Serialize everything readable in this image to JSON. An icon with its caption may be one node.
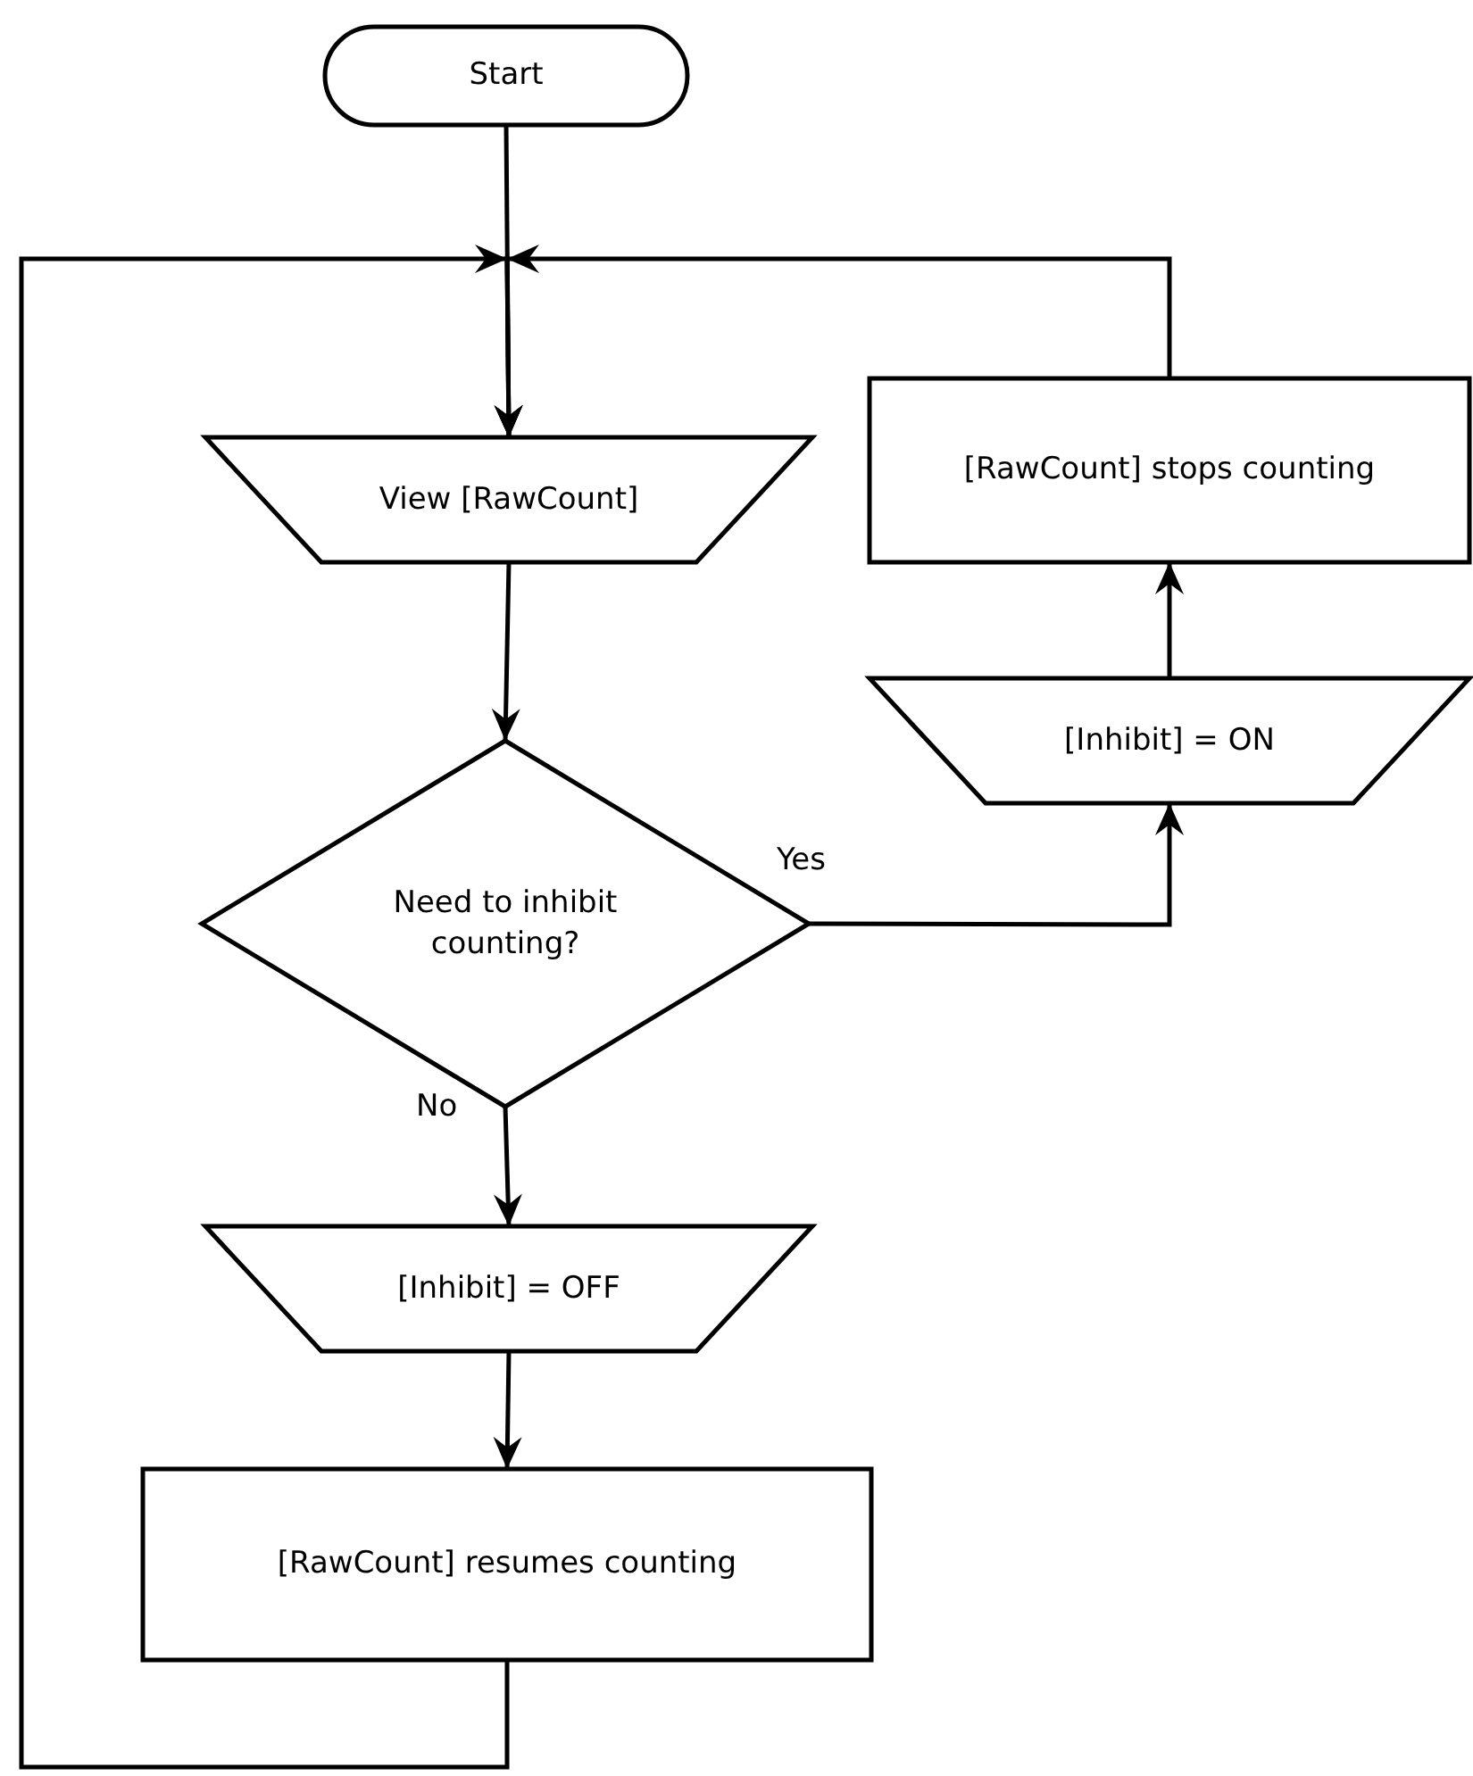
{
  "diagram": {
    "nodes": [
      {
        "text": [
          "Start"
        ]
      },
      {
        "text": [
          "View [RawCount]"
        ]
      },
      {
        "text": [
          "Need to inhibit counting?"
        ]
      },
      {
        "text": [
          "[Inhibit] = OFF"
        ]
      },
      {
        "text": [
          "[RawCount] resumes counting"
        ]
      },
      {
        "text": [
          "[Inhibit] = ON"
        ]
      },
      {
        "text": [
          "[RawCount] stops counting"
        ]
      }
    ],
    "edges": [
      {
        "from": 0,
        "to": 1,
        "arrow": "to"
      },
      {
        "from": 6,
        "to": 1,
        "arrow": "to"
      },
      {
        "from": 4,
        "to": 1,
        "arrow": "to"
      },
      {
        "from": 1,
        "to": 2,
        "arrow": "to"
      },
      {
        "from": 2,
        "to": 5,
        "arrow": "to",
        "label": "Yes"
      },
      {
        "from": 2,
        "to": 3,
        "arrow": "to",
        "label": "No"
      },
      {
        "from": 5,
        "to": 6,
        "arrow": "to"
      },
      {
        "from": 3,
        "to": 4,
        "arrow": "to"
      }
    ]
  }
}
